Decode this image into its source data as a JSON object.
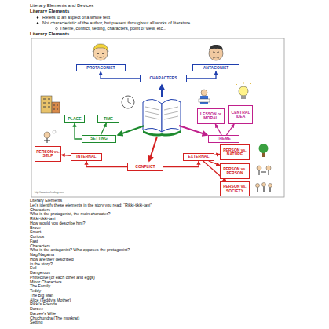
{
  "diagram": {
    "title": "Literary Elements and Devices",
    "nodes": [
      {
        "text": [
          "PROTAGONIST"
        ]
      },
      {
        "text": [
          "ANTAGONIST"
        ]
      },
      {
        "text": [
          "CHARACTERS"
        ]
      },
      {
        "text": [
          "PLACE"
        ]
      },
      {
        "text": [
          "TIME"
        ]
      },
      {
        "text": [
          "SETTING"
        ]
      },
      {
        "text": [
          "LESSON or MORAL"
        ]
      },
      {
        "text": [
          "CENTRAL IDEA"
        ]
      },
      {
        "text": [
          "THEME"
        ]
      },
      {
        "text": [
          "PERSON vs. SELF"
        ]
      },
      {
        "text": [
          "INTERNAL"
        ]
      },
      {
        "text": [
          "CONFLICT"
        ]
      },
      {
        "text": [
          "EXTERNAL"
        ]
      },
      {
        "text": [
          "PERSON vs. NATURE"
        ]
      },
      {
        "text": [
          "PERSON vs. PERSON"
        ]
      },
      {
        "text": [
          "PERSON vs. SOCIETY"
        ]
      }
    ],
    "edges": [
      {
        "from": 2,
        "to": 0,
        "arrow": "to"
      },
      {
        "from": 2,
        "to": 1,
        "arrow": "to"
      },
      {
        "from": 5,
        "to": 3,
        "arrow": "to"
      },
      {
        "from": 5,
        "to": 4,
        "arrow": "to"
      },
      {
        "from": 8,
        "to": 6,
        "arrow": "to"
      },
      {
        "from": 8,
        "to": 7,
        "arrow": "to"
      },
      {
        "from": 11,
        "to": 10,
        "arrow": "to"
      },
      {
        "from": 11,
        "to": 12,
        "arrow": "to"
      },
      {
        "from": 10,
        "to": 9,
        "arrow": "to"
      },
      {
        "from": 12,
        "to": 13,
        "arrow": "to"
      },
      {
        "from": 12,
        "to": 14,
        "arrow": "to"
      },
      {
        "from": 12,
        "to": 15,
        "arrow": "to"
      }
    ],
    "labels": [
      "Literary Elements",
      "Refers to an aspect of a whole text",
      "Not characteristic of the author, but present throughout all works of literature",
      "Theme, conflict, setting, characters, point of view, etc...",
      "Literary Elements",
      "http://www.teachnology.com",
      "Literary Elements",
      "Let’s identify these elements in the story you read: “Rikki-tikki-tavi”",
      "Characters",
      "Who is the protagonist, the main character?",
      "Rikki-tikki-tavi",
      "How would you describe him?",
      "Brave",
      "Smart",
      "Curious",
      "Fast",
      "Characters",
      "Who is the antagonist? Who opposes the protagonist?",
      "Nag/Nagaina",
      "How are they described",
      "in the story?",
      "Evil",
      "Dangerous",
      "Protective (of each other and eggs)",
      "Minor Characters",
      "The Family",
      "Teddy",
      "The Big Man",
      "Alice (Teddy’s Mother)",
      "Rikki’s Friends",
      "Darzee",
      "Darzee’s Wife",
      "Chuchundra (The muskrat)",
      "Setting"
    ]
  }
}
